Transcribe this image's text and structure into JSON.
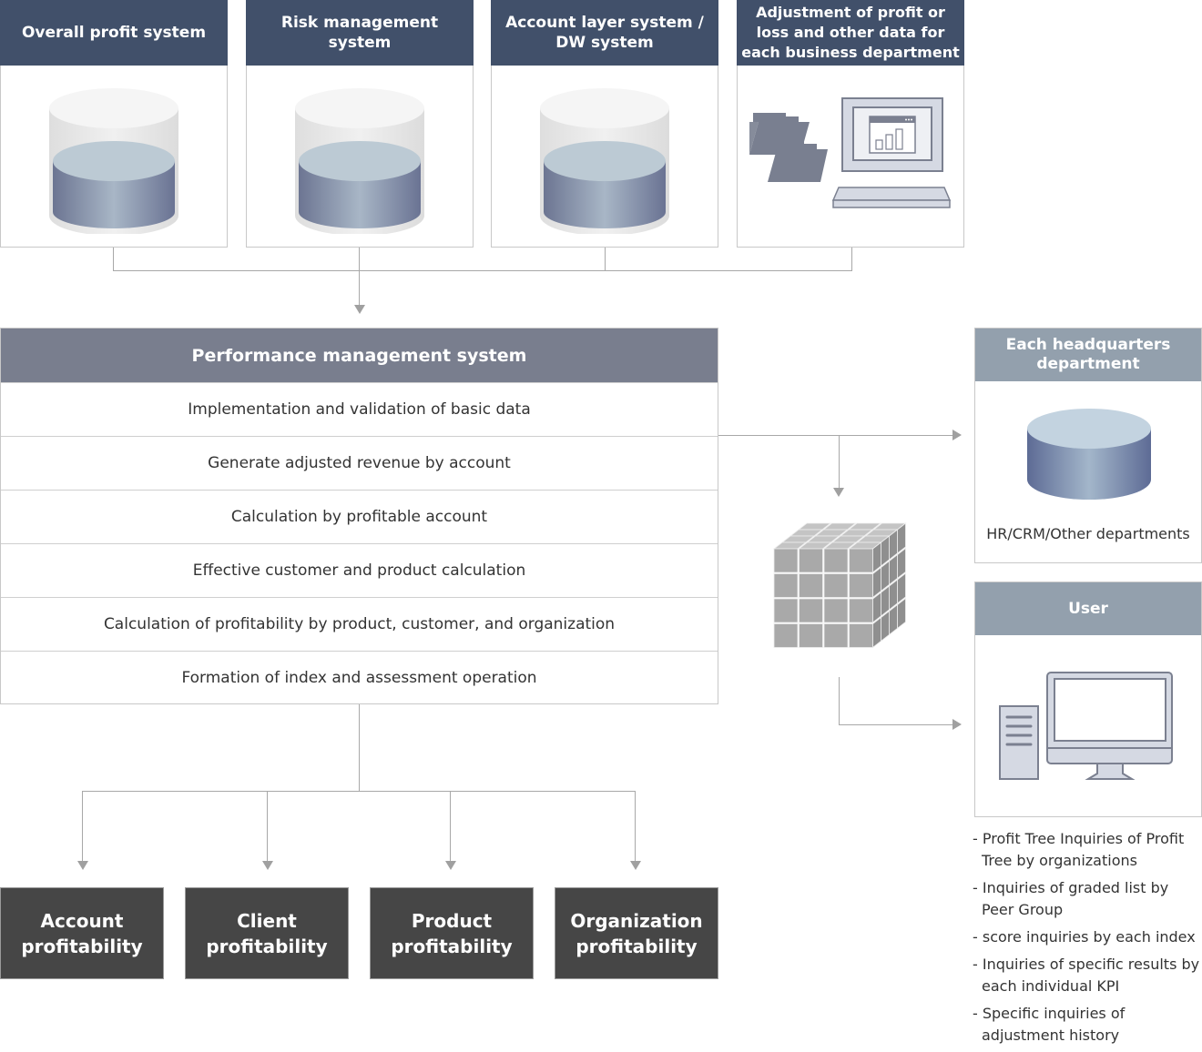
{
  "sources": [
    {
      "title": "Overall profit system",
      "icon": "database-icon"
    },
    {
      "title": "Risk management system",
      "icon": "database-icon"
    },
    {
      "title": "Account layer system / DW system",
      "icon": "database-icon"
    },
    {
      "title": "Adjustment of profit or loss and other data for each business department",
      "icon": "computer-folders-icon"
    }
  ],
  "performance_system": {
    "title": "Performance management system",
    "steps": [
      "Implementation and validation of basic data",
      "Generate adjusted revenue by account",
      "Calculation by profitable account",
      "Effective customer and product calculation",
      "Calculation of profitability by product, customer, and organization",
      "Formation of index and assessment operation"
    ]
  },
  "olap_cube": {
    "icon": "data-cube-icon"
  },
  "headquarters": {
    "title": "Each headquarters department",
    "caption": "HR/CRM/Other departments",
    "icon": "database-icon"
  },
  "user": {
    "title": "User",
    "icon": "desktop-computer-icon",
    "inquiries": [
      "- Profit Tree Inquiries of Profit Tree by organizations",
      "- Inquiries of graded list by Peer Group",
      "- score inquiries by each index",
      "- Inquiries of specific results by each individual KPI",
      "- Specific inquiries of adjustment history"
    ]
  },
  "outputs": [
    {
      "line1": "Account",
      "line2": "profitability"
    },
    {
      "line1": "Client",
      "line2": "profitability"
    },
    {
      "line1": "Product",
      "line2": "profitability"
    },
    {
      "line1": "Organization",
      "line2": "profitability"
    }
  ],
  "colors": {
    "source_header": "#41506a",
    "pms_header": "#797e8e",
    "panel_header": "#93a0ad",
    "output_box": "#464646",
    "connector": "#a8a8a8"
  }
}
